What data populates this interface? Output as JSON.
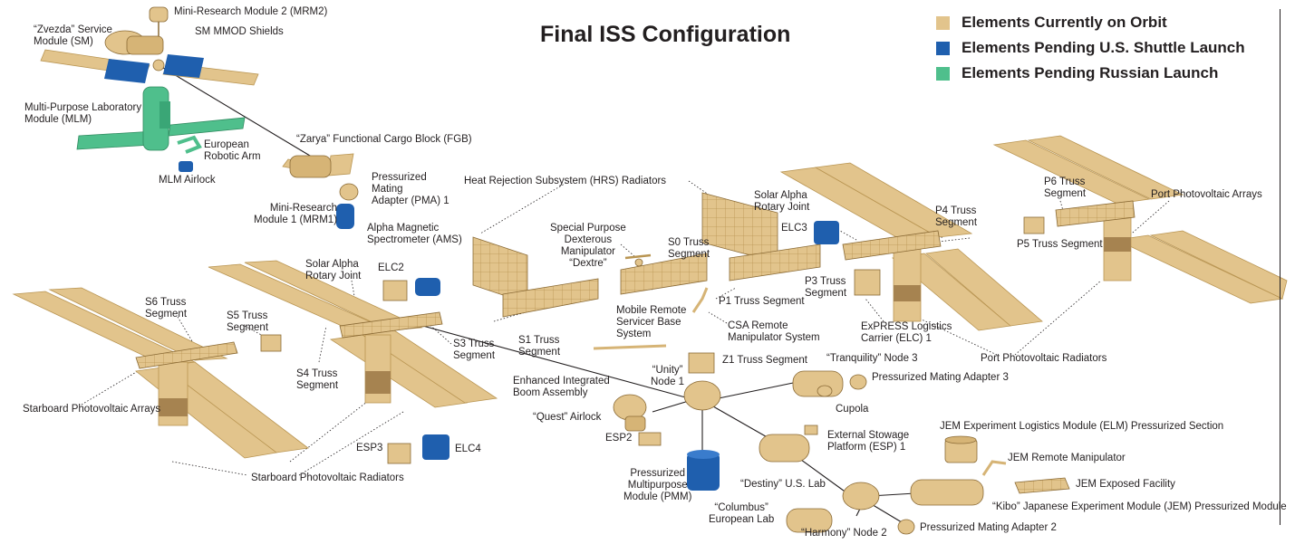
{
  "title": "Final ISS Configuration",
  "legend": [
    {
      "label": "Elements Currently on Orbit",
      "color": "#e2c48c"
    },
    {
      "label": "Elements Pending U.S. Shuttle Launch",
      "color": "#1f5fae"
    },
    {
      "label": "Elements Pending Russian Launch",
      "color": "#4fbf8c"
    }
  ],
  "colors": {
    "on_orbit": "#e2c48c",
    "on_orbit_dark": "#b99552",
    "shuttle": "#1f5fae",
    "russian": "#4fbf8c",
    "line": "#231f20"
  },
  "labels": {
    "zvezda": "“Zvezda” Service\nModule (SM)",
    "mrm2": "Mini-Research Module 2 (MRM2)",
    "sm_mmod": "SM MMOD Shields",
    "mlm": "Multi-Purpose Laboratory\nModule (MLM)",
    "era": "European\nRobotic Arm",
    "mlm_airlock": "MLM Airlock",
    "zarya": "“Zarya” Functional Cargo Block (FGB)",
    "pma1": "Pressurized\nMating\nAdapter (PMA) 1",
    "mrm1": "Mini-Research\nModule 1 (MRM1)",
    "hrs": "Heat Rejection Subsystem (HRS) Radiators",
    "dextre": "Special Purpose\nDexterous\nManipulator\n“Dextre”",
    "s0": "S0 Truss\nSegment",
    "sarj_port": "Solar Alpha\nRotary Joint",
    "elc3": "ELC3",
    "p4": "P4 Truss\nSegment",
    "p6": "P6 Truss\nSegment",
    "port_pv_arrays": "Port Photovoltaic Arrays",
    "p5": "P5 Truss Segment",
    "ams": "Alpha Magnetic\nSpectrometer (AMS)",
    "sarj_stbd": "Solar Alpha\nRotary Joint",
    "elc2": "ELC2",
    "s6": "S6 Truss\nSegment",
    "s5": "S5 Truss\nSegment",
    "s4": "S4 Truss\nSegment",
    "s3": "S3 Truss\nSegment",
    "s1": "S1 Truss\nSegment",
    "mbs": "Mobile Remote\nServicer Base\nSystem",
    "p1": "P1 Truss Segment",
    "ssrms": "CSA Remote\nManipulator System",
    "p3": "P3 Truss\nSegment",
    "elc1": "ExPRESS Logistics\nCarrier (ELC) 1",
    "port_pv_radiators": "Port Photovoltaic Radiators",
    "stbd_pv_arrays": "Starboard Photovoltaic Arrays",
    "stbd_pv_radiators": "Starboard Photovoltaic Radiators",
    "eiba": "Enhanced Integrated\nBoom Assembly",
    "unity": "“Unity”\nNode 1",
    "z1": "Z1 Truss Segment",
    "tranquility": "“Tranquility” Node 3",
    "pma3": "Pressurized Mating Adapter 3",
    "cupola": "Cupola",
    "quest": "“Quest” Airlock",
    "esp2": "ESP2",
    "esp3": "ESP3",
    "elc4": "ELC4",
    "pmm": "Pressurized\nMultipurpose\nModule (PMM)",
    "esp1": "External Stowage\nPlatform (ESP) 1",
    "destiny": "“Destiny” U.S. Lab",
    "jem_elm": "JEM Experiment Logistics Module (ELM) Pressurized Section",
    "jem_rms": "JEM Remote Manipulator",
    "jem_ef": "JEM Exposed Facility",
    "kibo": "“Kibo” Japanese Experiment Module (JEM) Pressurized Module",
    "columbus": "“Columbus”\nEuropean Lab",
    "harmony": "“Harmony” Node 2",
    "pma2": "Pressurized Mating Adapter 2"
  }
}
